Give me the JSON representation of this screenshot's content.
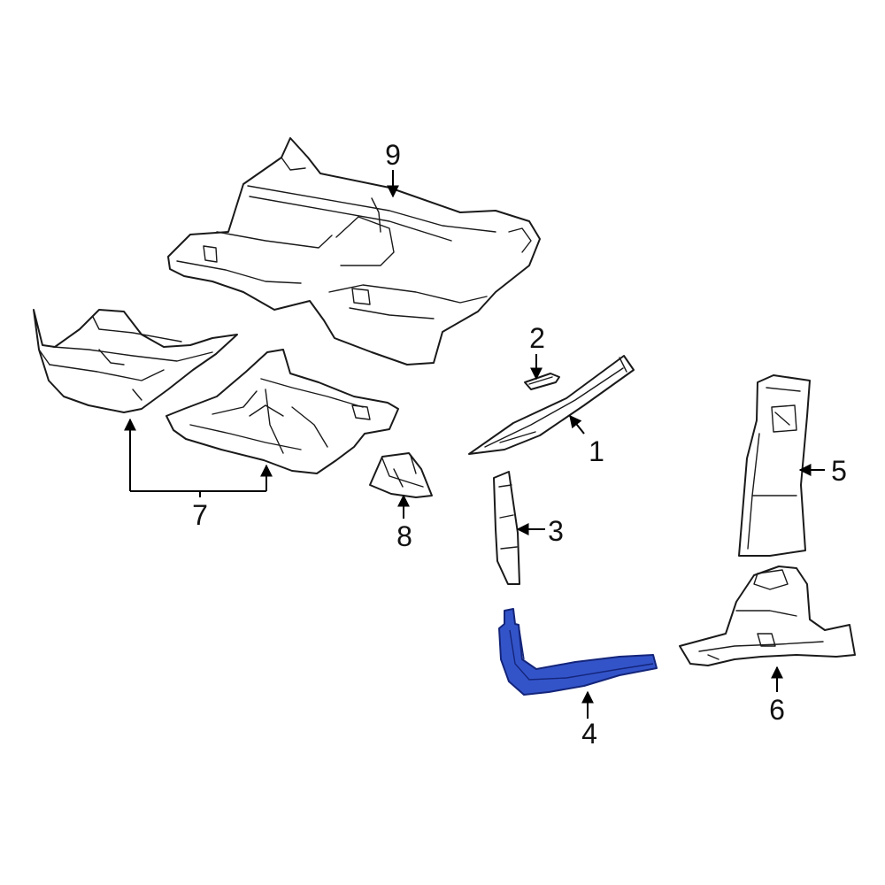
{
  "colors": {
    "outline": "#1a1a1a",
    "highlight_fill": "#3354c9",
    "highlight_stroke": "#14257a",
    "background": "#ffffff"
  },
  "highlighted_part": "4",
  "callouts": {
    "c1": "1",
    "c2": "2",
    "c3": "3",
    "c4": "4",
    "c5": "5",
    "c6": "6",
    "c7": "7",
    "c8": "8",
    "c9": "9"
  }
}
